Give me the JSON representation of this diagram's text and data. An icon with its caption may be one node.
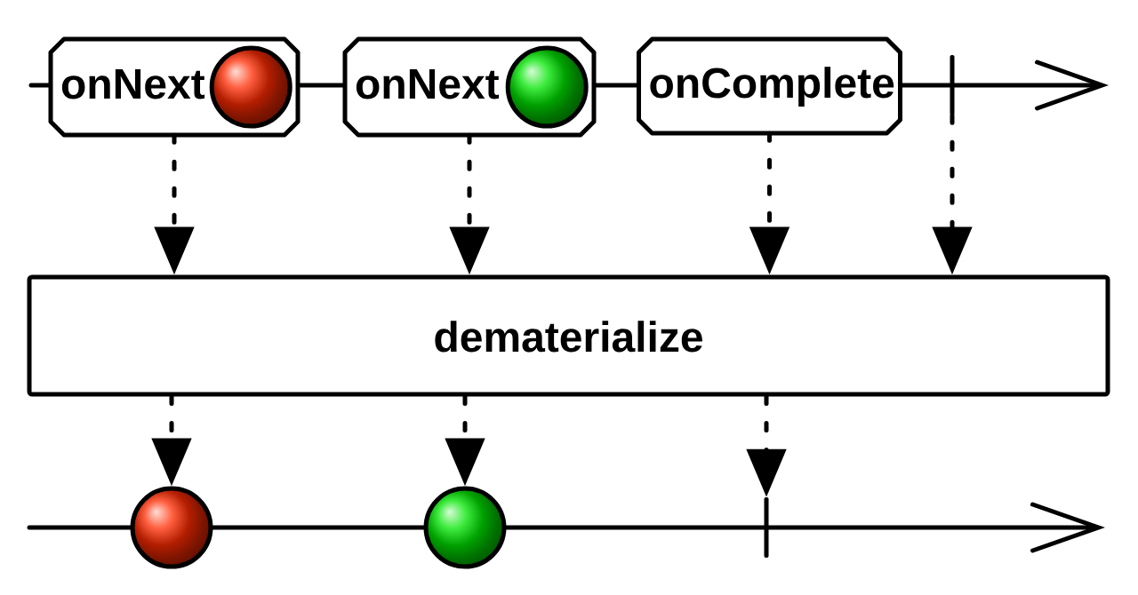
{
  "diagram": {
    "nodes": [
      {
        "text": [
          "onNext"
        ]
      },
      {
        "text": [],
        "shape": "circle",
        "in": 0
      },
      {
        "text": [
          "onNext"
        ]
      },
      {
        "text": [],
        "shape": "circle",
        "in": 2
      },
      {
        "text": [
          "onComplete"
        ]
      },
      {
        "text": [],
        "shape": "bar"
      },
      {
        "text": [
          "dematerialize"
        ]
      },
      {
        "text": [],
        "shape": "circle"
      },
      {
        "text": [],
        "shape": "circle"
      },
      {
        "text": [],
        "shape": "bar"
      }
    ],
    "edges": [
      {
        "from": 0,
        "to": 6,
        "arrow": "to"
      },
      {
        "from": 2,
        "to": 6,
        "arrow": "to"
      },
      {
        "from": 4,
        "to": 6,
        "arrow": "to"
      },
      {
        "from": 5,
        "to": 6,
        "arrow": "to"
      },
      {
        "from": 6,
        "to": 7,
        "arrow": "to"
      },
      {
        "from": 6,
        "to": 8,
        "arrow": "to"
      },
      {
        "from": 6,
        "to": 9,
        "arrow": "to"
      }
    ]
  }
}
